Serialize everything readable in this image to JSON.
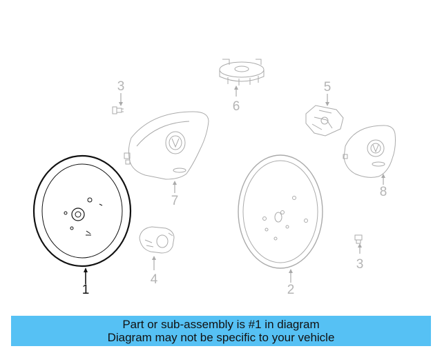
{
  "diagram": {
    "callouts": [
      {
        "id": "c1",
        "label": "1",
        "highlight": true
      },
      {
        "id": "c2",
        "label": "2",
        "highlight": false
      },
      {
        "id": "c3a",
        "label": "3",
        "highlight": false
      },
      {
        "id": "c3b",
        "label": "3",
        "highlight": false
      },
      {
        "id": "c4",
        "label": "4",
        "highlight": false
      },
      {
        "id": "c5",
        "label": "5",
        "highlight": false
      },
      {
        "id": "c6",
        "label": "6",
        "highlight": false
      },
      {
        "id": "c7",
        "label": "7",
        "highlight": false
      },
      {
        "id": "c8",
        "label": "8",
        "highlight": false
      }
    ]
  },
  "banner": {
    "line1": "Part or sub-assembly is #1 in diagram",
    "line2": "Diagram may not be specific to your vehicle",
    "color": "#56c1f4"
  },
  "colors": {
    "highlight": "#111111",
    "muted": "#b4b4b4"
  }
}
